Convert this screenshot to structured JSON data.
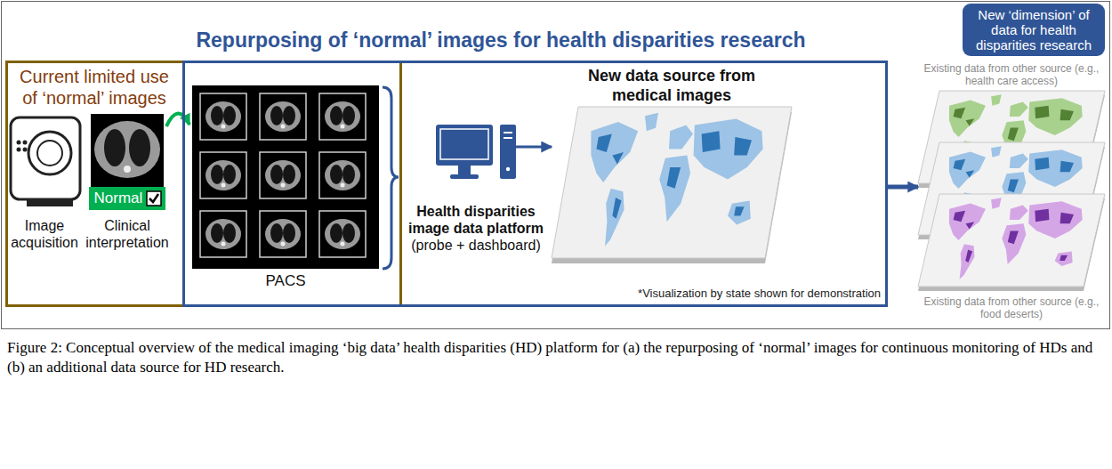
{
  "diagram": {
    "caption": "Figure 2: Conceptual overview of the medical imaging ‘big data’ health disparities (HD) platform for (a) the repurposing of ‘normal’ images for continuous monitoring of HDs and (b) an additional data source for HD research.",
    "nodes": [
      {
        "text": [
          "Current limited use of ‘normal’ images"
        ]
      },
      {
        "text": [
          "Clinical interpretation"
        ],
        "in": 0
      },
      {
        "text": [
          "Normal"
        ],
        "in": 1
      },
      {
        "text": [
          "Repurposing of ‘normal’ images for health disparities research"
        ]
      },
      {
        "text": [
          "PACS"
        ],
        "in": 3
      },
      {
        "text": [
          "Health disparities image data platform",
          "(probe + dashboard)"
        ],
        "in": 3
      },
      {
        "text": [
          "New data source from medical images"
        ],
        "in": 3
      },
      {
        "text": [
          "New ‘dimension’ of data for health disparities research"
        ]
      },
      {
        "text": [
          "Existing data from other source (e.g., health care access)",
          "Existing data from other source (e.g., food deserts)"
        ]
      }
    ],
    "edges": [
      {
        "from": 1,
        "to": 4,
        "arrow": "to"
      },
      {
        "from": 5,
        "to": 6,
        "arrow": "to"
      },
      {
        "from": 3,
        "to": 8,
        "arrow": "to"
      }
    ],
    "labels": [
      "Image acquisition",
      "*Visualization by state shown for demonstration"
    ]
  }
}
